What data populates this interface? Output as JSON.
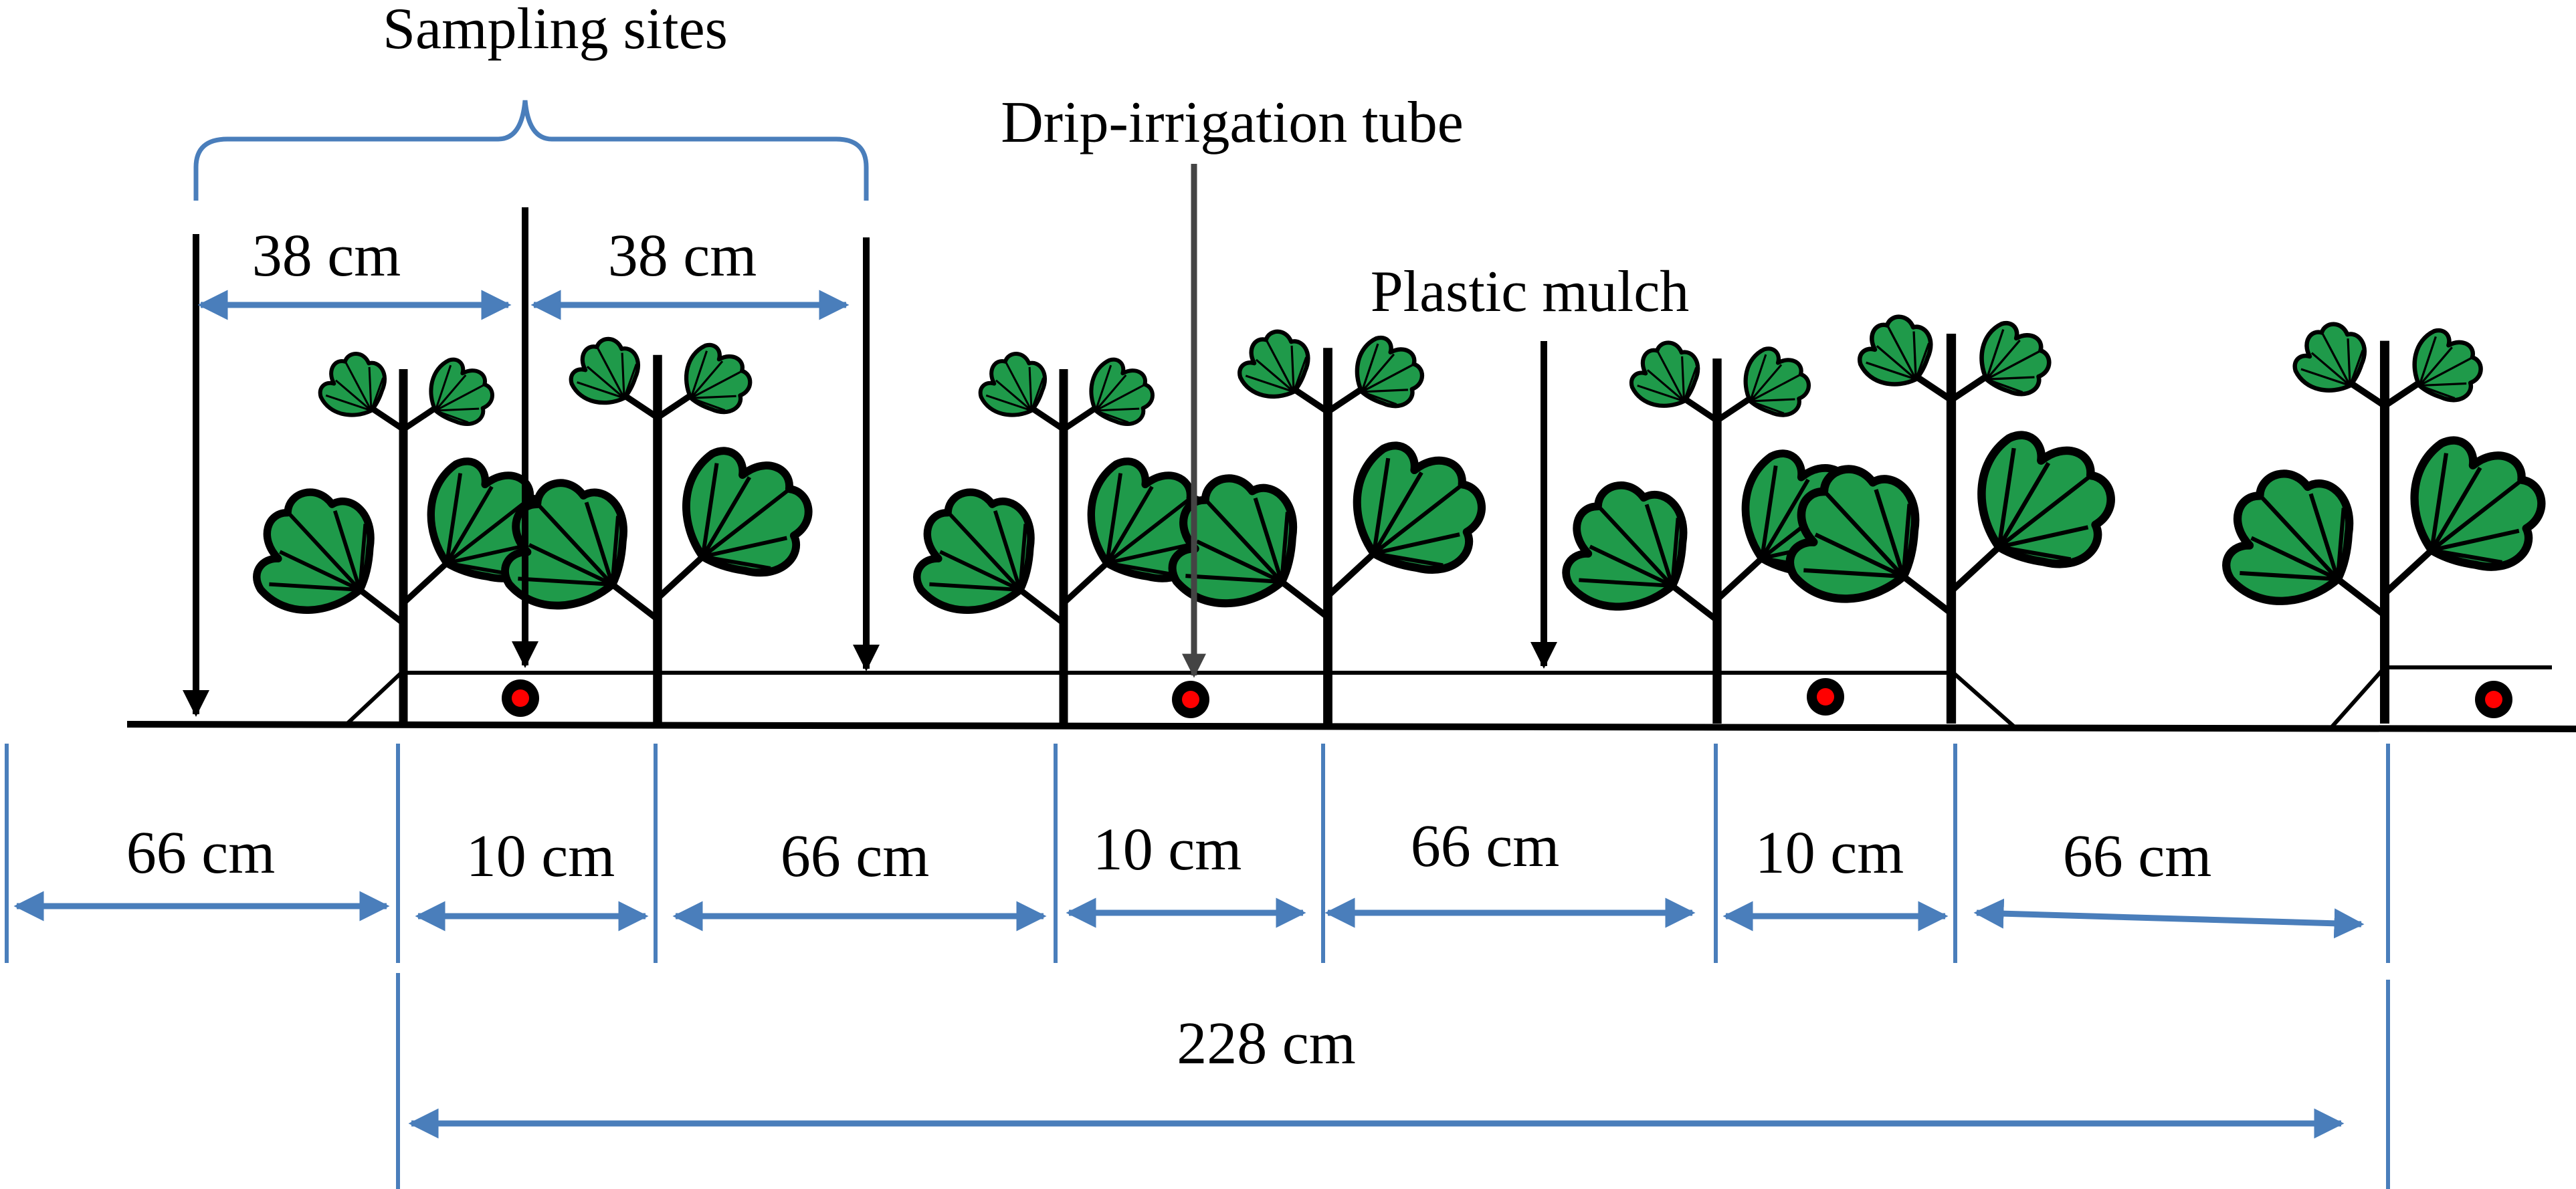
{
  "labels": {
    "sampling_sites": "Sampling sites",
    "drip_tube": "Drip-irrigation tube",
    "plastic_mulch": "Plastic mulch"
  },
  "top_spacing": [
    "38 cm",
    "38 cm"
  ],
  "row_spacing": [
    "66 cm",
    "10 cm",
    "66 cm",
    "10 cm",
    "66 cm",
    "10 cm",
    "66 cm"
  ],
  "total_width": "228 cm",
  "colors": {
    "dimension": "#4a7ebb",
    "leaf": "#1f9a4a",
    "emitter": "#ff0000",
    "line": "#000000"
  }
}
